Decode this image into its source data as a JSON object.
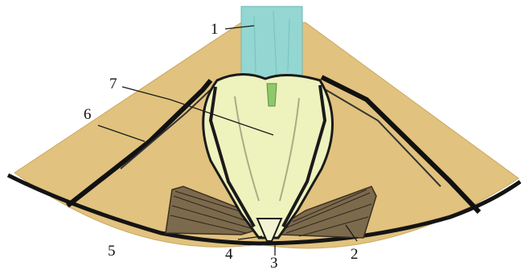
{
  "figure": {
    "colors": {
      "background": "#ffffff",
      "outer_tissue": "#e1c27e",
      "inner_body": "#eef2bd",
      "stem": "#93d6d2",
      "septum": "#0f0f0f",
      "muscle": "#6b5a42"
    },
    "labels": [
      "1",
      "2",
      "3",
      "4",
      "5",
      "6",
      "7"
    ]
  }
}
